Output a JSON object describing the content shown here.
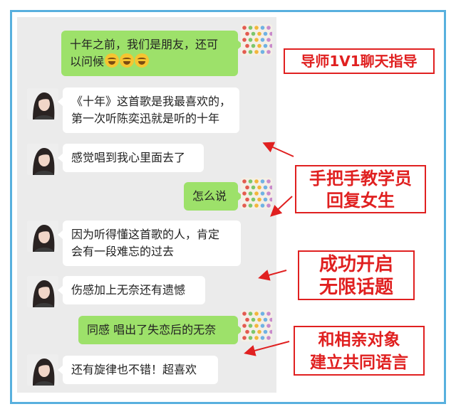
{
  "messages": [
    {
      "side": "me",
      "lines": [
        "十年之前，我们是朋友，还可",
        "以问候"
      ],
      "emoji": [
        "laughing-emoji",
        "laughing-emoji",
        "laughing-emoji"
      ]
    },
    {
      "side": "them",
      "lines": [
        "《十年》这首歌是我最喜欢的，",
        "第一次听陈奕迅就是听的十年"
      ]
    },
    {
      "side": "them",
      "lines": [
        "感觉唱到我心里面去了"
      ]
    },
    {
      "side": "me",
      "lines": [
        "怎么说"
      ]
    },
    {
      "side": "them",
      "lines": [
        "因为听得懂这首歌的人，肯定",
        "会有一段难忘的过去"
      ]
    },
    {
      "side": "them",
      "lines": [
        "伤感加上无奈还有遗憾"
      ]
    },
    {
      "side": "me",
      "lines": [
        "同感 唱出了失恋后的无奈"
      ]
    },
    {
      "side": "them",
      "lines": [
        "还有旋律也不错！超喜欢"
      ]
    }
  ],
  "annotations": [
    {
      "lines": [
        "导师1V1聊天指导"
      ]
    },
    {
      "lines": [
        "手把手教学员",
        "回复女生"
      ]
    },
    {
      "lines": [
        "成功开启",
        "无限话题"
      ]
    },
    {
      "lines": [
        "和相亲对象",
        "建立共同语言"
      ]
    }
  ],
  "colors": {
    "frame": "#58b0de",
    "chat_bg": "#ebebeb",
    "my_bubble": "#9de16a",
    "their_bubble": "#ffffff",
    "annotation": "#e02020"
  }
}
